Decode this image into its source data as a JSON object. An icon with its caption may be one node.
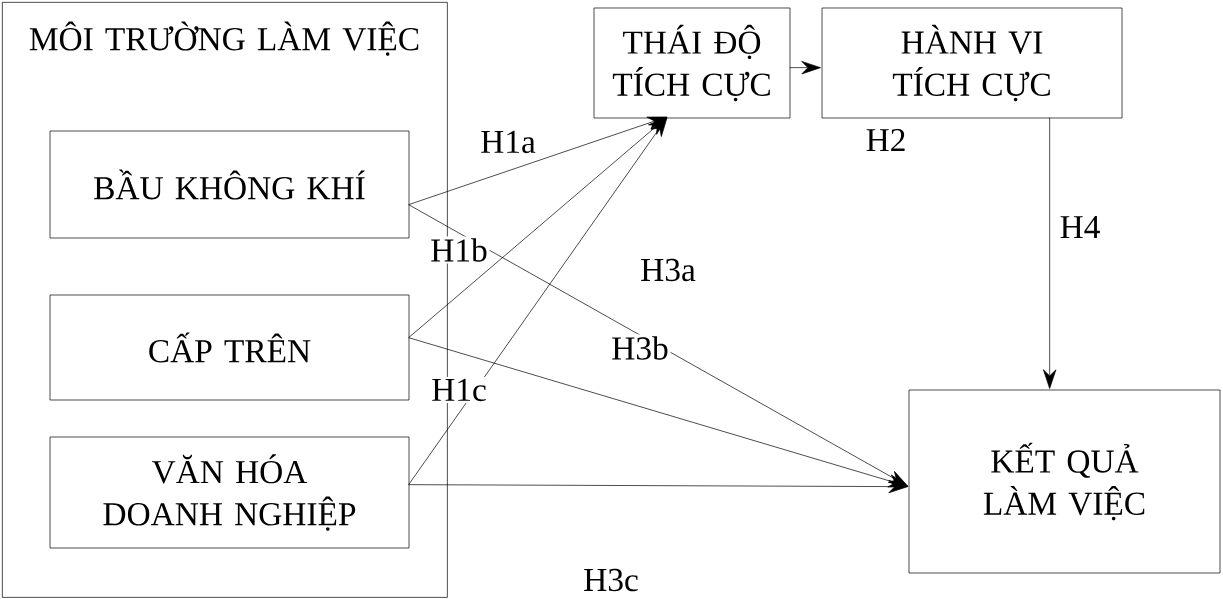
{
  "diagram": {
    "nodes": [
      {
        "text": [
          "MÔI TRƯỜNG LÀM VIỆC"
        ]
      },
      {
        "text": [
          "BẦU KHÔNG KHÍ"
        ],
        "in": 0
      },
      {
        "text": [
          "CẤP TRÊN"
        ],
        "in": 0
      },
      {
        "text": [
          "VĂN HÓA DOANH NGHIỆP"
        ],
        "in": 0
      },
      {
        "text": [
          "THÁI ĐỘ TÍCH CỰC"
        ]
      },
      {
        "text": [
          "HÀNH VI TÍCH CỰC"
        ]
      },
      {
        "text": [
          "KẾT QUẢ LÀM VIỆC"
        ]
      }
    ],
    "edges": [
      {
        "from": 1,
        "to": 4,
        "arrow": "to",
        "label": "H1a"
      },
      {
        "from": 2,
        "to": 4,
        "arrow": "to",
        "label": "H1b"
      },
      {
        "from": 3,
        "to": 4,
        "arrow": "to",
        "label": "H1c"
      },
      {
        "from": 4,
        "to": 5,
        "arrow": "to",
        "label": "H2"
      },
      {
        "from": 1,
        "to": 6,
        "arrow": "to",
        "label": "H3a"
      },
      {
        "from": 2,
        "to": 6,
        "arrow": "to",
        "label": "H3b"
      },
      {
        "from": 3,
        "to": 6,
        "arrow": "to",
        "label": "H3c"
      },
      {
        "from": 5,
        "to": 6,
        "arrow": "to",
        "label": "H4"
      }
    ]
  }
}
